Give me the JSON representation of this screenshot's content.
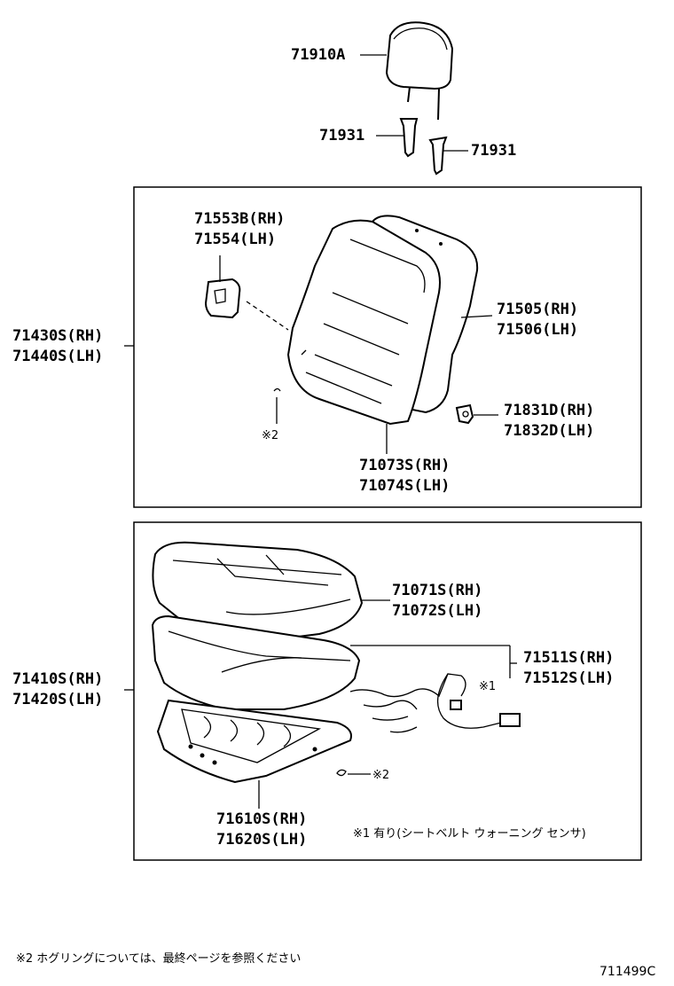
{
  "labels": {
    "headrest": "71910A",
    "guide_left": "71931",
    "guide_right": "71931",
    "cover_rh": "71553B(RH)",
    "cover_lh": "71554(LH)",
    "back_frame_rh": "71505(RH)",
    "back_frame_lh": "71506(LH)",
    "back_assy_rh": "71430S(RH)",
    "back_assy_lh": "71440S(LH)",
    "back_clip_mark": "※2",
    "hinge_cover_rh": "71831D(RH)",
    "hinge_cover_lh": "71832D(LH)",
    "back_cover_rh": "71073S(RH)",
    "back_cover_lh": "71074S(LH)",
    "cushion_cover_rh": "71071S(RH)",
    "cushion_cover_lh": "71072S(LH)",
    "cushion_pad_rh": "71511S(RH)",
    "cushion_pad_lh": "71512S(LH)",
    "sensor_mark": "※1",
    "cushion_assy_rh": "71410S(RH)",
    "cushion_assy_lh": "71420S(LH)",
    "cushion_clip_mark": "※2",
    "cushion_frame_rh": "71610S(RH)",
    "cushion_frame_lh": "71620S(LH)"
  },
  "notes": {
    "note1": "※1 有り(シートベルト ウォーニング センサ)",
    "note2": "※2 ホグリングについては、最終ページを参照ください"
  },
  "figure_code": "711499C"
}
